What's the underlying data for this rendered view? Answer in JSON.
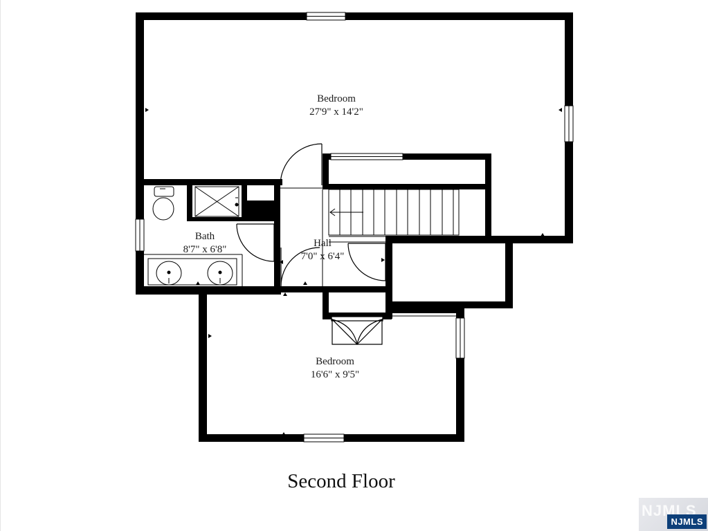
{
  "rooms": [
    {
      "name": "Bedroom",
      "size": "27'9\" x 14'2\""
    },
    {
      "name": "Bath",
      "size": "8'7\" x 6'8\""
    },
    {
      "name": "Hall",
      "size": "7'0\" x 6'4\""
    },
    {
      "name": "Bedroom",
      "size": "16'6\" x 9'5\""
    }
  ],
  "floor_title": "Second Floor",
  "logo": {
    "text": "NJMLS",
    "ghost_text": "NJMLS"
  },
  "colors": {
    "wall": "#000000",
    "background": "#ffffff",
    "logo_badge": "#0d3f79"
  }
}
